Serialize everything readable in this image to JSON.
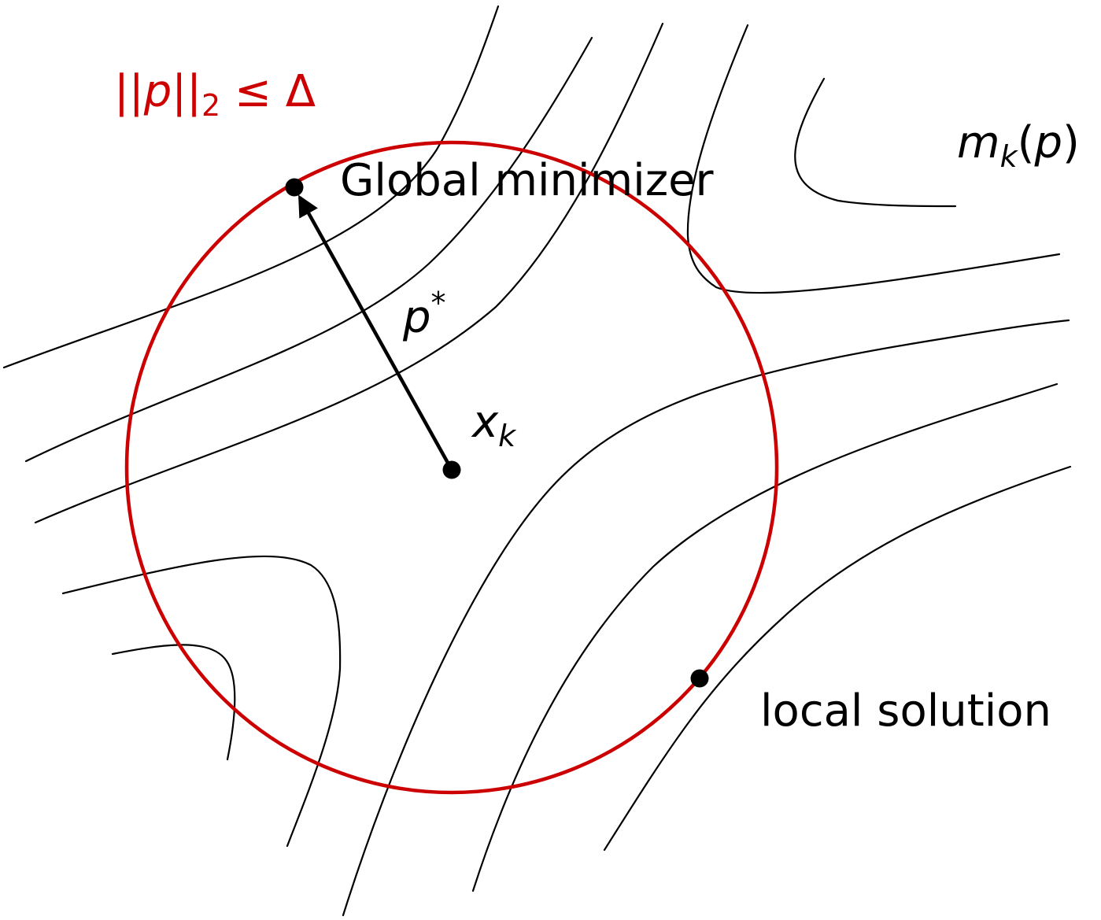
{
  "colors": {
    "trust_region": "#cc0000",
    "contour": "#000000",
    "arrow": "#000000",
    "background": "#ffffff"
  },
  "labels": {
    "constraint": {
      "norm_open": "||",
      "var": "p",
      "norm_close": "||",
      "subscript": "2",
      "relation": " ≤ Δ"
    },
    "model": {
      "base": "m",
      "subscript": "k",
      "open": "(",
      "var": "p",
      "close": ")"
    },
    "global_min": "Global minimizer",
    "step": {
      "var": "p",
      "superscript": "*"
    },
    "center": {
      "base": "x",
      "subscript": "k"
    },
    "local": "local solution"
  }
}
